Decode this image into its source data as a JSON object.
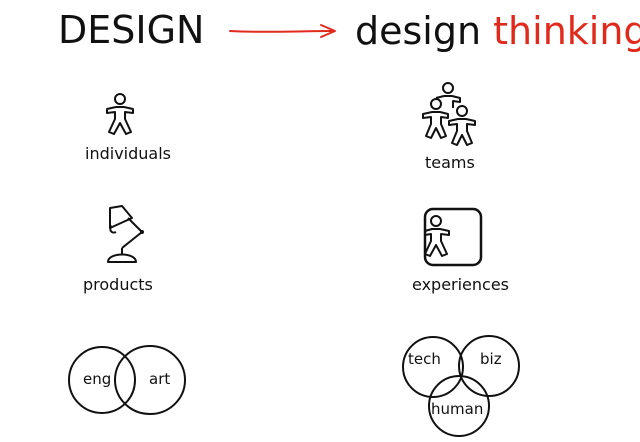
{
  "titles": {
    "left": "DESIGN",
    "right_plain": "design",
    "right_accent": "thinking"
  },
  "colors": {
    "text": "#111111",
    "accent": "#e02a1c",
    "background": "#ffffff"
  },
  "left_column": {
    "items": [
      {
        "label": "individuals",
        "icon": "person-icon"
      },
      {
        "label": "products",
        "icon": "desk-lamp-icon"
      }
    ],
    "venn": [
      "eng",
      "art"
    ]
  },
  "right_column": {
    "items": [
      {
        "label": "teams",
        "icon": "team-icon"
      },
      {
        "label": "experiences",
        "icon": "framed-person-icon"
      }
    ],
    "venn": [
      "tech",
      "biz",
      "human"
    ]
  }
}
